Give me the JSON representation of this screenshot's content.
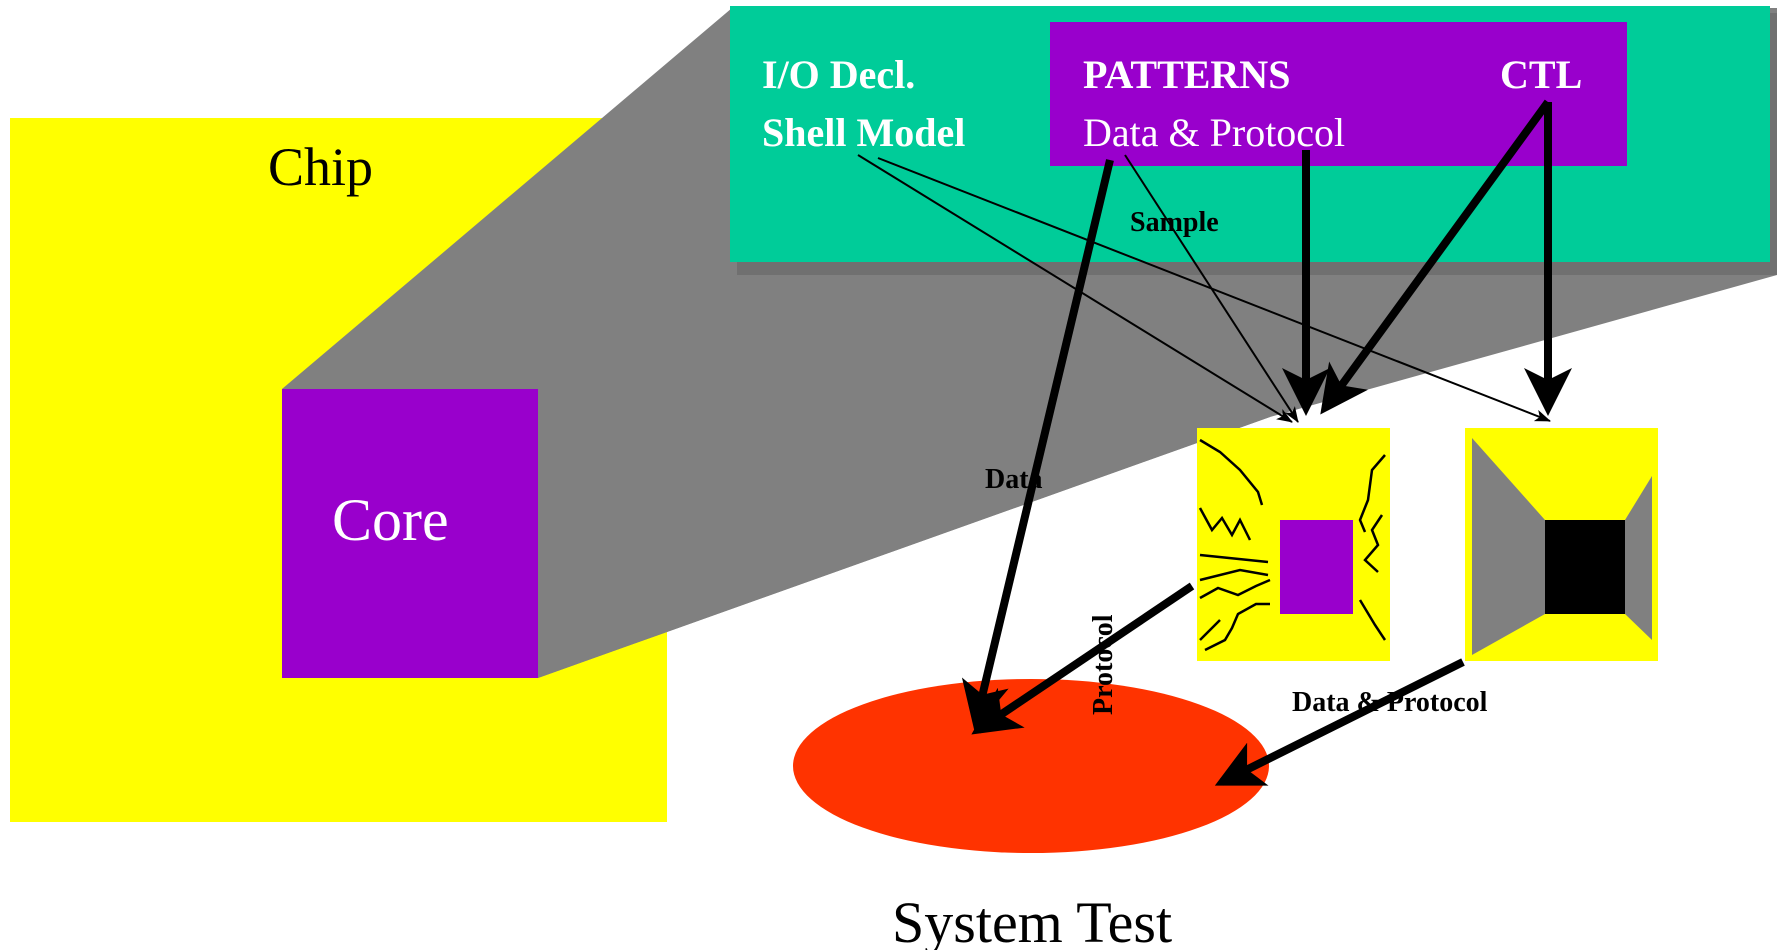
{
  "labels": {
    "chip": "Chip",
    "core": "Core",
    "io_decl": "I/O Decl.",
    "shell_model": "Shell Model",
    "patterns": "PATTERNS",
    "data_protocol_top": "Data & Protocol",
    "ctl": "CTL",
    "sample": "Sample",
    "data": "Data",
    "protocol": "Protocol",
    "data_protocol_bottom": "Data & Protocol",
    "system_test": "System Test"
  },
  "colors": {
    "chip": "#FFFF00",
    "core": "#9900CC",
    "panel": "#00CC99",
    "patterns_box": "#9900CC",
    "shadow": "#808080",
    "system_test": "#FF3300",
    "arrow": "#000000",
    "black_core": "#000000"
  }
}
